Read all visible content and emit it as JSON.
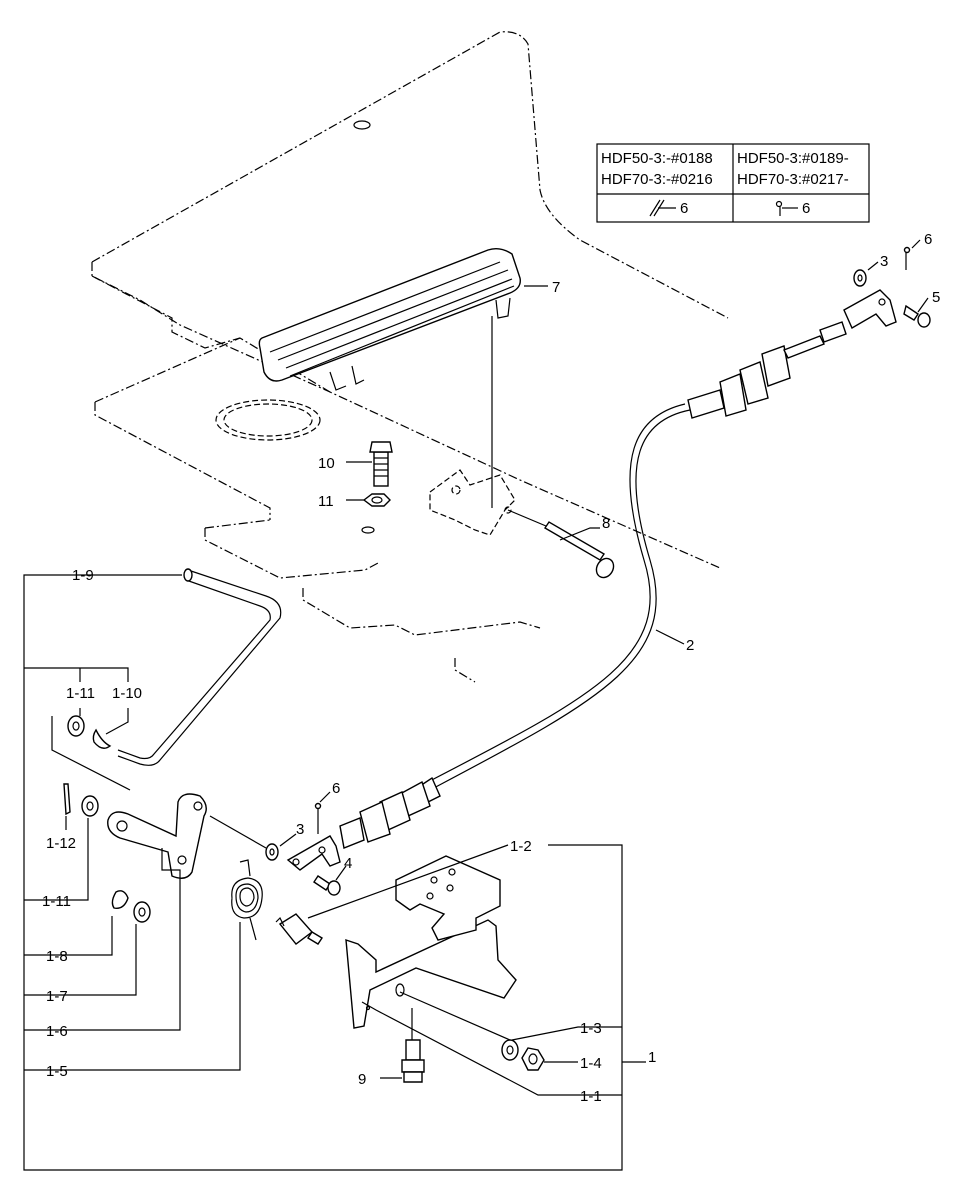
{
  "variant_table": {
    "col1_line1": "HDF50-3:-#0188",
    "col1_line2": "HDF70-3:-#0216",
    "col2_line1": "HDF50-3:#0189-",
    "col2_line2": "HDF70-3:#0217-",
    "col1_part": "6",
    "col2_part": "6"
  },
  "callouts": {
    "p1": "1",
    "p1_1": "1-1",
    "p1_2": "1-2",
    "p1_3": "1-3",
    "p1_4": "1-4",
    "p1_5": "1-5",
    "p1_6": "1-6",
    "p1_7": "1-7",
    "p1_8": "1-8",
    "p1_9": "1-9",
    "p1_10": "1-10",
    "p1_11_top": "1-11",
    "p1_11_left": "1-11",
    "p1_12": "1-12",
    "p2": "2",
    "p3_top": "3",
    "p3_mid": "3",
    "p4": "4",
    "p5": "5",
    "p6_top": "6",
    "p6_mid": "6",
    "p7": "7",
    "p8": "8",
    "p9": "9",
    "p10": "10",
    "p11": "11"
  }
}
